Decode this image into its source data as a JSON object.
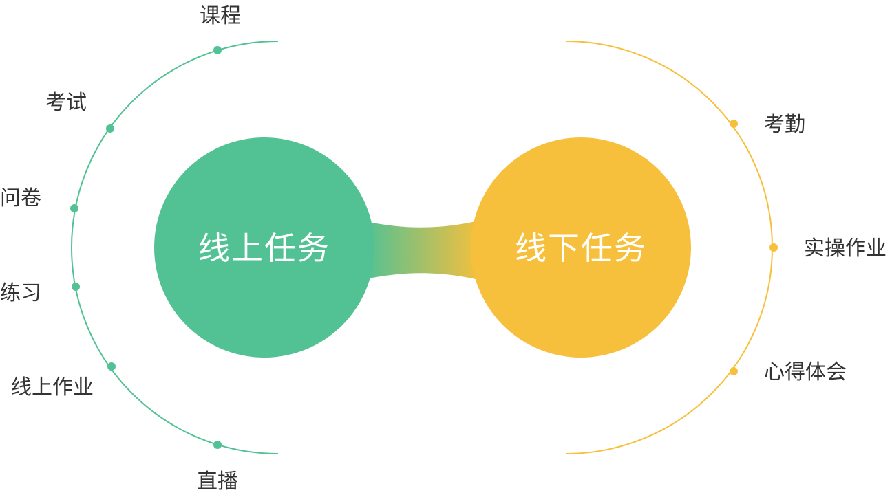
{
  "online": {
    "title": "线上任务",
    "color": "#52c194",
    "items": [
      {
        "label": "课程"
      },
      {
        "label": "考试"
      },
      {
        "label": "问卷"
      },
      {
        "label": "练习"
      },
      {
        "label": "线上作业"
      },
      {
        "label": "直播"
      }
    ]
  },
  "offline": {
    "title": "线下任务",
    "color": "#f7c03c",
    "items": [
      {
        "label": "考勤"
      },
      {
        "label": "实操作业"
      },
      {
        "label": "心得体会"
      }
    ]
  }
}
